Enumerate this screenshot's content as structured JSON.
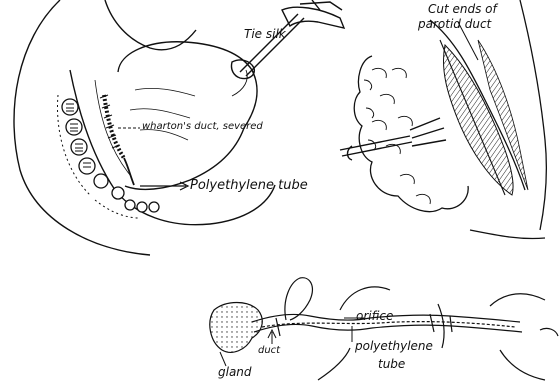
{
  "figure": {
    "labels": {
      "tie_silk": "Tie silk",
      "wharton_duct": "wharton's duct, severed",
      "polyethylene_tube": "Polyethylene tube",
      "cut_ends": "Cut ends of",
      "parotid_duct": "parotid duct",
      "orifice": "orifice",
      "duct": "duct",
      "gland": "gland",
      "polyethylene_bottom": "polyethylene",
      "tube_bottom": "tube"
    }
  }
}
